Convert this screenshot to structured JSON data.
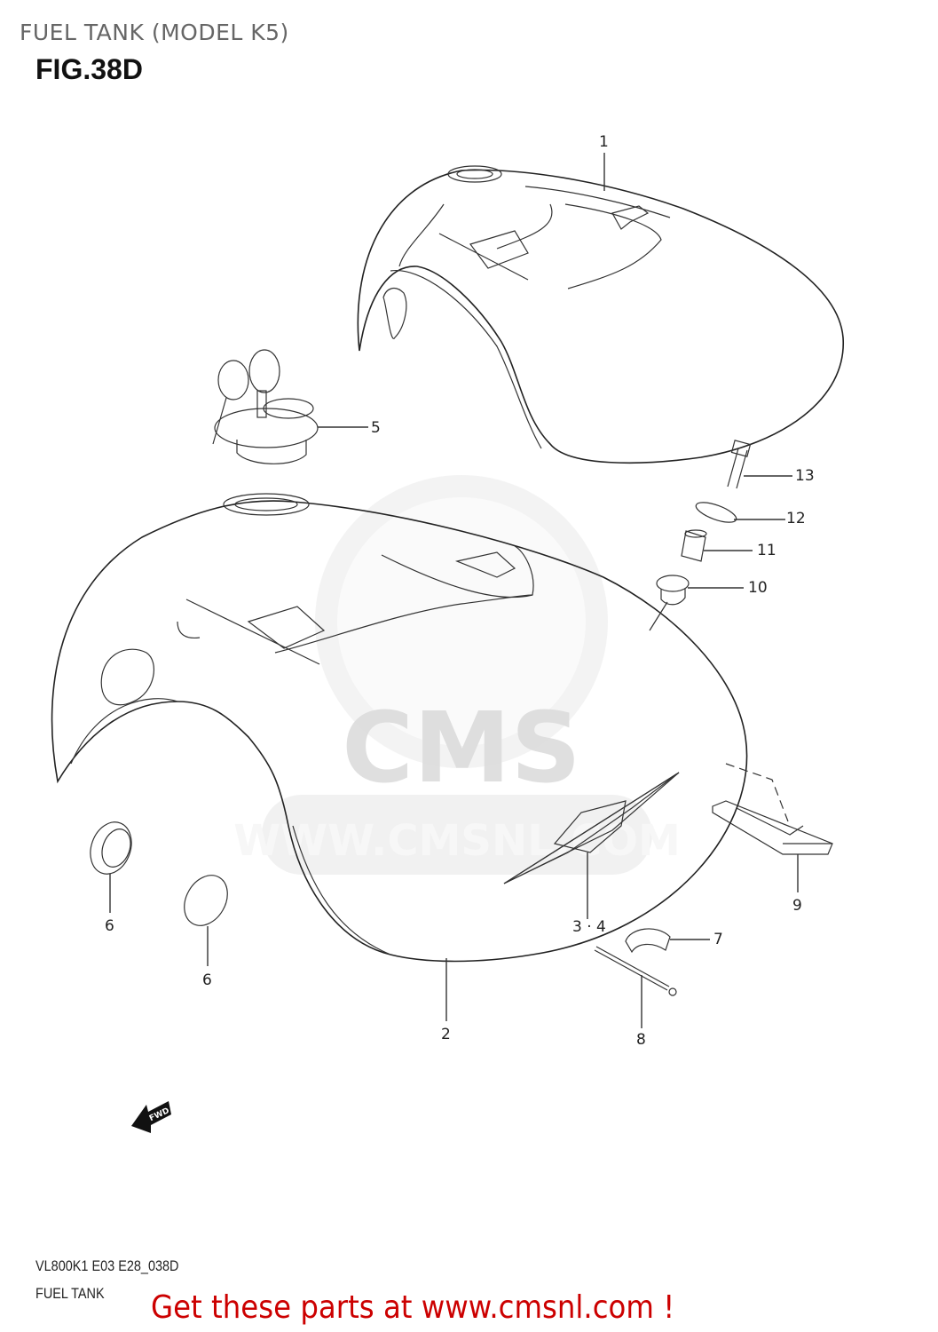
{
  "header": {
    "subtitle": "FUEL TANK (MODEL K5)",
    "figure_id": "FIG.38D"
  },
  "watermark": {
    "brand": "CMS",
    "url": "WWW.CMSNL.COM"
  },
  "callouts": [
    {
      "id": "1",
      "label": "1",
      "part": "fuel-tank-upper"
    },
    {
      "id": "2",
      "label": "2",
      "part": "fuel-tank-lower"
    },
    {
      "id": "3-4",
      "label": "3 · 4",
      "part": "tank-emblem"
    },
    {
      "id": "5",
      "label": "5",
      "part": "fuel-cap-with-keys"
    },
    {
      "id": "6a",
      "label": "6",
      "part": "cushion-ring"
    },
    {
      "id": "6b",
      "label": "6",
      "part": "cushion-cap"
    },
    {
      "id": "7",
      "label": "7",
      "part": "clamp"
    },
    {
      "id": "8",
      "label": "8",
      "part": "tie-strap"
    },
    {
      "id": "9",
      "label": "9",
      "part": "rear-mount-cushion"
    },
    {
      "id": "10",
      "label": "10",
      "part": "bushing"
    },
    {
      "id": "11",
      "label": "11",
      "part": "spacer"
    },
    {
      "id": "12",
      "label": "12",
      "part": "washer"
    },
    {
      "id": "13",
      "label": "13",
      "part": "bolt"
    }
  ],
  "direction_indicator": {
    "label": "FWD",
    "icon": "fwd-arrow-icon"
  },
  "footer": {
    "code": "VL800K1 E03 E28_038D",
    "name": "FUEL TANK",
    "cta": "Get these parts at www.cmsnl.com !"
  },
  "colors": {
    "cta": "#cc0000",
    "subtitle": "#666666",
    "watermark": "#e6e6e6"
  }
}
